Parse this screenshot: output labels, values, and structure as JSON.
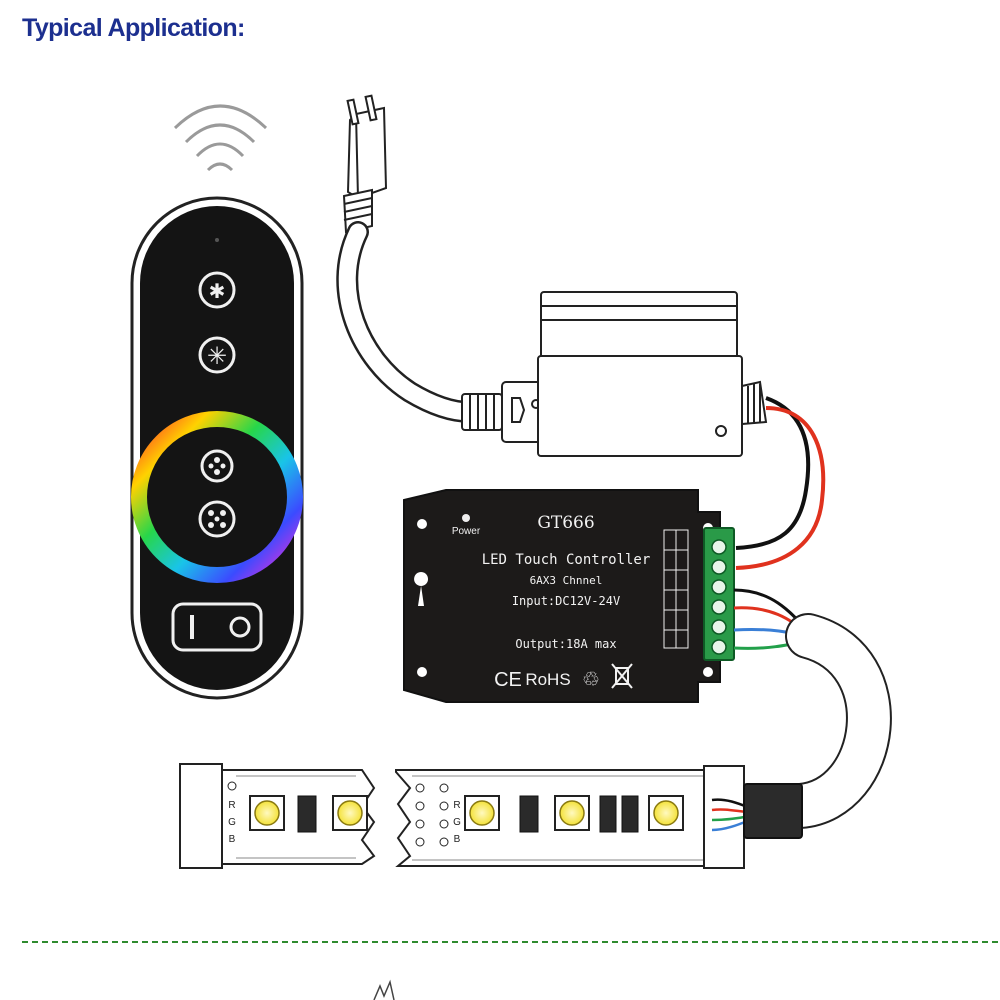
{
  "heading": "Typical Application:",
  "controller": {
    "model": "GT666",
    "power_label": "Power",
    "title": "LED Touch Controller",
    "channels": "6AX3 Chnnel",
    "input": "Input:DC12V-24V",
    "output": "Output:18A max",
    "cert_ce": "CE",
    "cert_rohs": "RoHS"
  },
  "strip": {
    "left_pins": [
      "R",
      "G",
      "B"
    ],
    "right_pins": [
      "R",
      "G",
      "B"
    ]
  },
  "colors": {
    "heading": "#1c2f8f",
    "wire_red": "#e0321e",
    "wire_green": "#22a04a",
    "wire_blue": "#3a7fd6",
    "wire_black": "#111111",
    "led_yellow": "#f4e23a",
    "remote_body": "#141414",
    "divider": "#2e8b2e"
  },
  "icons": {
    "remote_buttons": [
      "brightness-up-icon",
      "brightness-max-icon",
      "mode-icon",
      "speed-icon",
      "on-off-switch-icon"
    ],
    "wireless_signal": "wifi-signal-icon",
    "certifications": [
      "ce-mark-icon",
      "rohs-mark-icon",
      "recycle-icon",
      "weee-bin-icon"
    ]
  }
}
